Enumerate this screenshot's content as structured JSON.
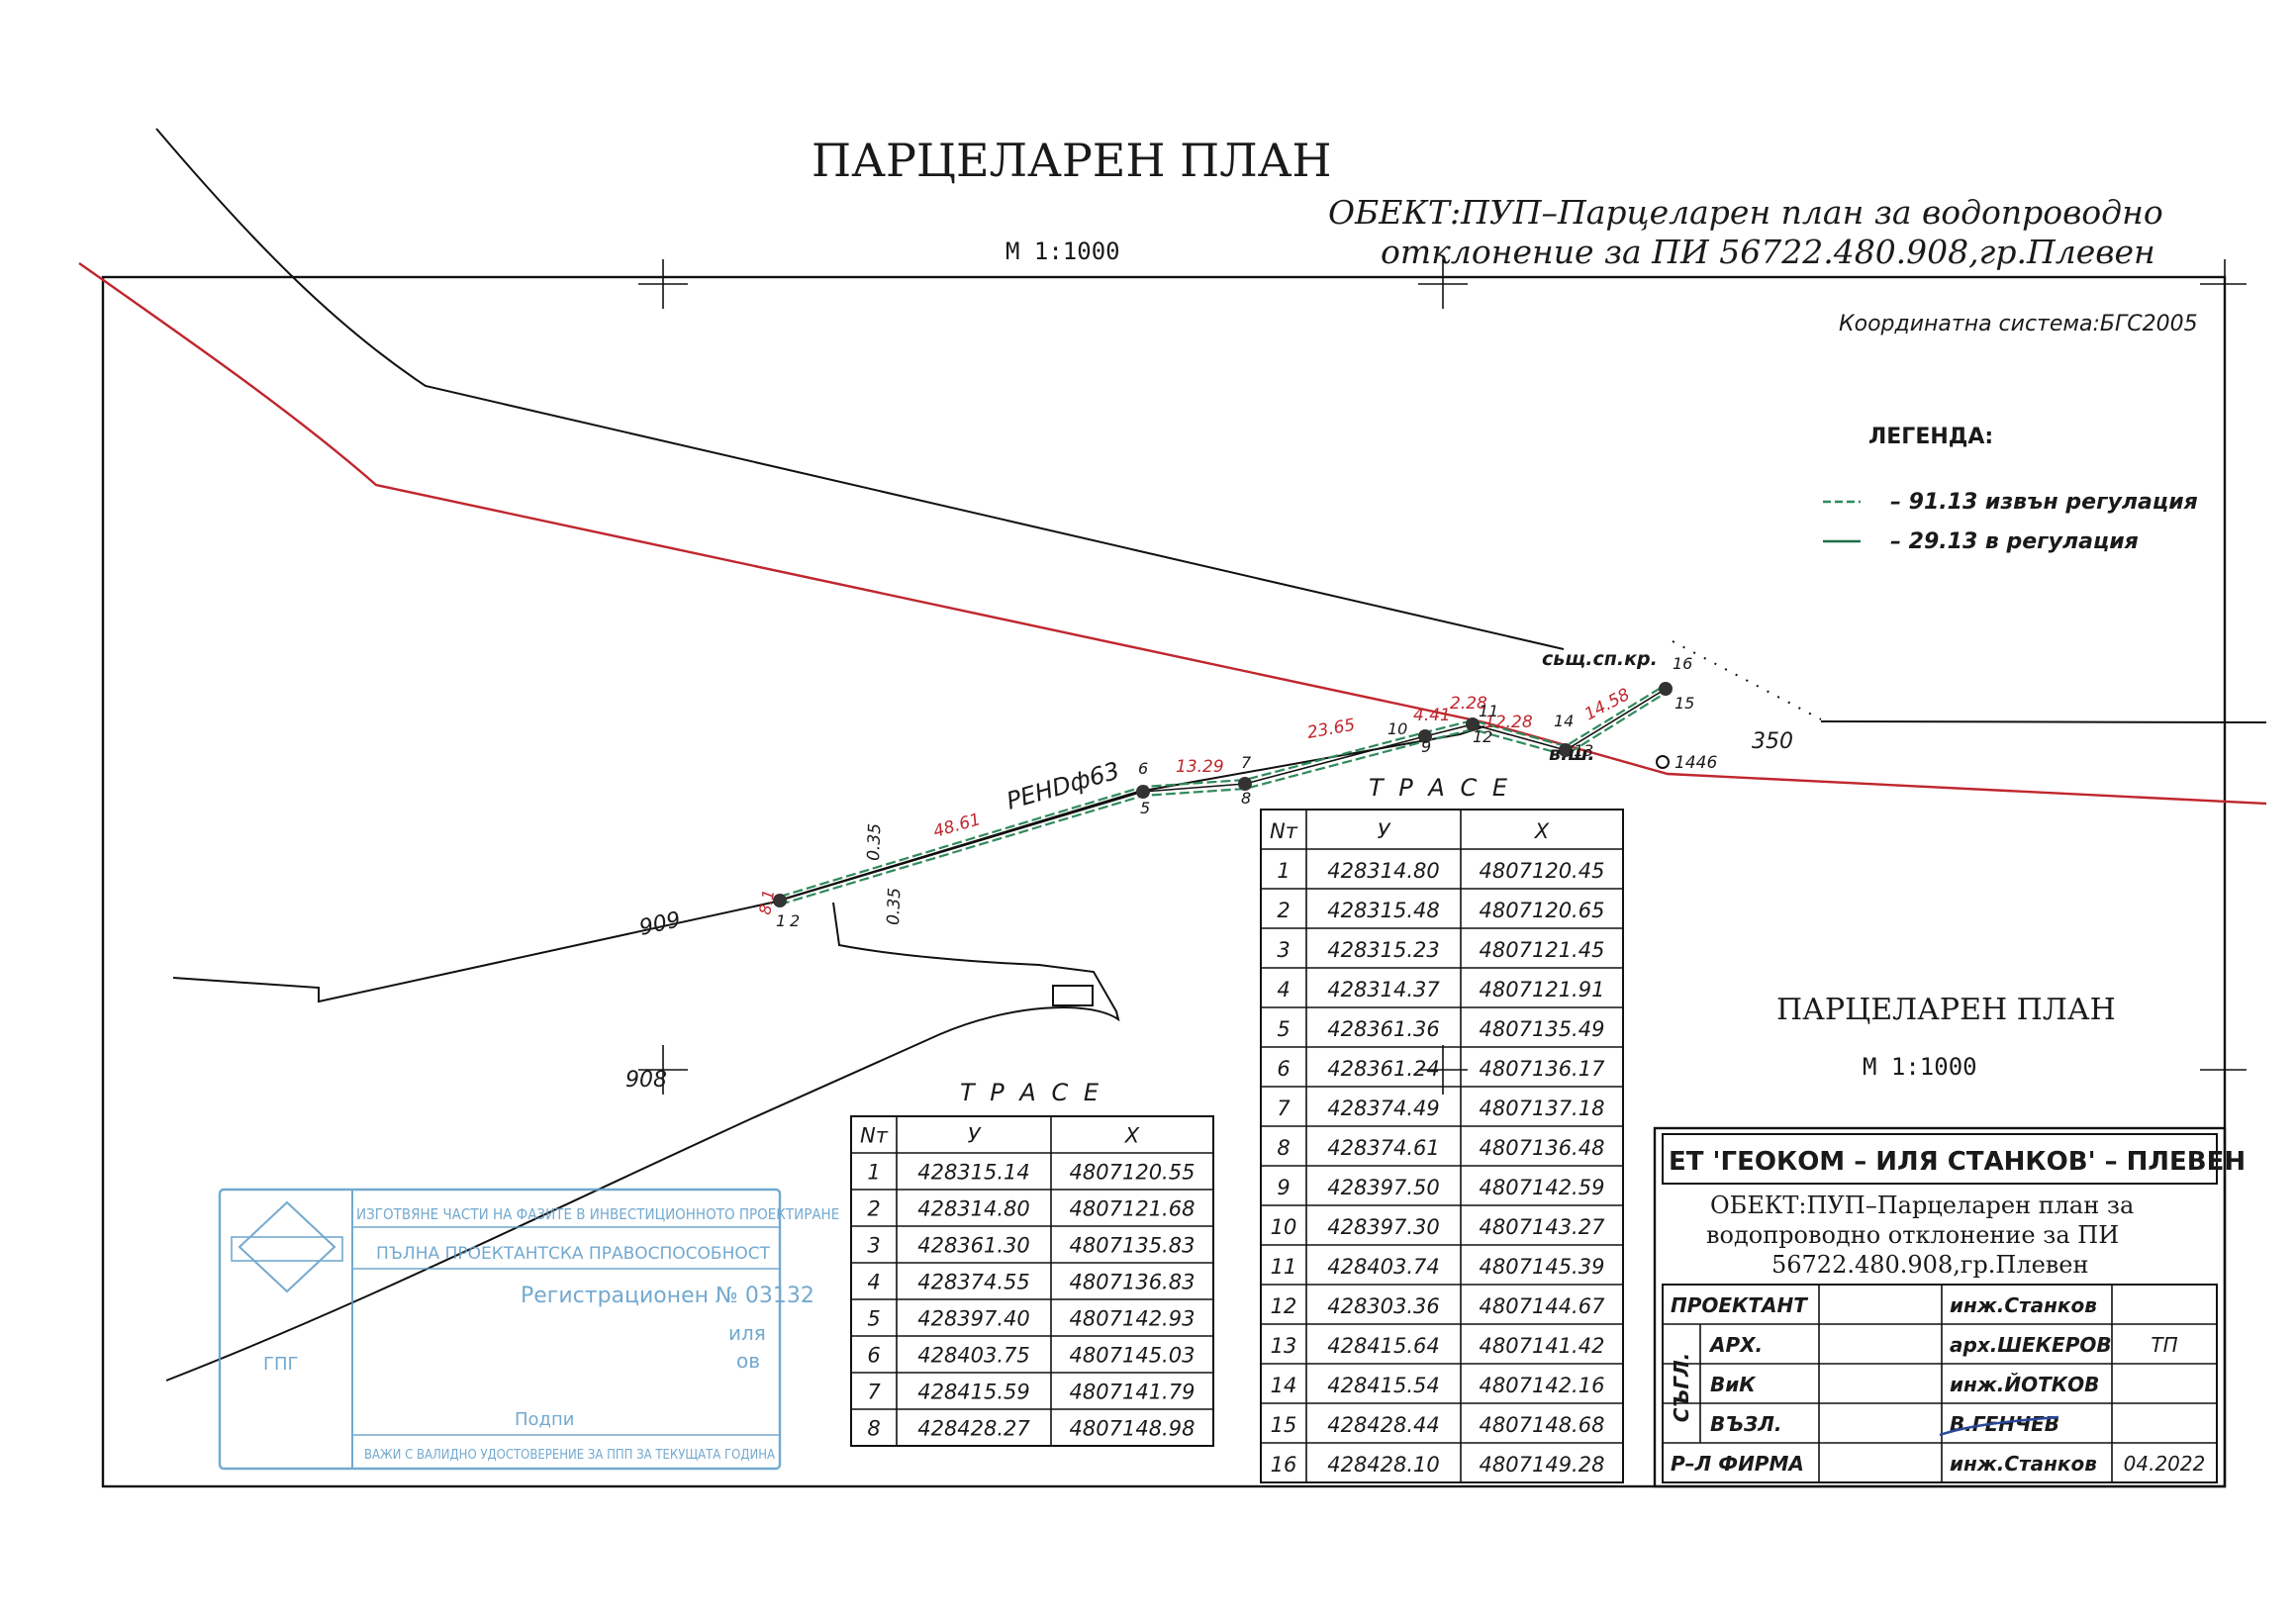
{
  "title": "ПАРЦЕЛАРЕН ПЛАН",
  "object_line1": "ОБЕКТ:ПУП–Парцеларен план за водопроводно",
  "object_line2": "отклонение за ПИ 56722.480.908,гр.Плевен",
  "scale": "М 1:1000",
  "coord_system": "Координатна система:БГС2005",
  "legend": {
    "title": "ЛЕГЕНДА:",
    "items": [
      {
        "text": "– 91.13 извън регулация",
        "color": "#2f8a5c"
      },
      {
        "text": "– 29.13 в регулация",
        "color": "#1f6f45"
      }
    ]
  },
  "map_labels": {
    "pipe": "РЕНDф63",
    "parcel_909": "909",
    "parcel_908": "908",
    "parcel_350": "350",
    "point_1446": "1446",
    "shaft_top": "сьщ.сп.кр.",
    "shaft_vsh": "в.ш.",
    "offset_a": "0.35",
    "offset_b": "0.35"
  },
  "segment_lengths": [
    "8.1",
    "48.61",
    "13.29",
    "23.65",
    "4.41",
    "2.28",
    "12.28",
    "14.58"
  ],
  "point_labels": [
    "1",
    "2",
    "5",
    "6",
    "7",
    "8",
    "9",
    "10",
    "11",
    "12",
    "13",
    "14",
    "15",
    "16"
  ],
  "colors": {
    "regulation_line": "#c0262d",
    "pipe_route": "#2f8a5c",
    "ink": "#111111",
    "stamp": "#5b9bc7"
  },
  "table_small": {
    "title": "Т Р А С Е",
    "headers": [
      "Nт",
      "У",
      "Х"
    ],
    "rows": [
      [
        "1",
        "428315.14",
        "4807120.55"
      ],
      [
        "2",
        "428314.80",
        "4807121.68"
      ],
      [
        "3",
        "428361.30",
        "4807135.83"
      ],
      [
        "4",
        "428374.55",
        "4807136.83"
      ],
      [
        "5",
        "428397.40",
        "4807142.93"
      ],
      [
        "6",
        "428403.75",
        "4807145.03"
      ],
      [
        "7",
        "428415.59",
        "4807141.79"
      ],
      [
        "8",
        "428428.27",
        "4807148.98"
      ]
    ]
  },
  "table_large": {
    "title": "Т Р А С Е",
    "headers": [
      "Nт",
      "У",
      "Х"
    ],
    "rows": [
      [
        "1",
        "428314.80",
        "4807120.45"
      ],
      [
        "2",
        "428315.48",
        "4807120.65"
      ],
      [
        "3",
        "428315.23",
        "4807121.45"
      ],
      [
        "4",
        "428314.37",
        "4807121.91"
      ],
      [
        "5",
        "428361.36",
        "4807135.49"
      ],
      [
        "6",
        "428361.24",
        "4807136.17"
      ],
      [
        "7",
        "428374.49",
        "4807137.18"
      ],
      [
        "8",
        "428374.61",
        "4807136.48"
      ],
      [
        "9",
        "428397.50",
        "4807142.59"
      ],
      [
        "10",
        "428397.30",
        "4807143.27"
      ],
      [
        "11",
        "428403.74",
        "4807145.39"
      ],
      [
        "12",
        "428303.36",
        "4807144.67"
      ],
      [
        "13",
        "428415.64",
        "4807141.42"
      ],
      [
        "14",
        "428415.54",
        "4807142.16"
      ],
      [
        "15",
        "428428.44",
        "4807148.68"
      ],
      [
        "16",
        "428428.10",
        "4807149.28"
      ]
    ]
  },
  "title_block": {
    "company": "ЕТ 'ГЕОКОМ – ИЛЯ СТАНКОВ' – ПЛЕВЕН",
    "object_line1": "ОБЕКТ:ПУП–Парцеларен план за",
    "object_line2": "водопроводно отклонение за ПИ",
    "object_line3": "56722.480.908,гр.Плевен",
    "rows": [
      {
        "role": "ПРОЕКТАНТ",
        "name": "инж.Станков",
        "extra": ""
      },
      {
        "role": "АРХ.",
        "name": "арх.ШЕКЕРОВ",
        "extra": "ТП"
      },
      {
        "role": "ВиК",
        "name": "инж.ЙОТКОВ",
        "extra": ""
      },
      {
        "role": "ВЪЗЛ.",
        "name": "В.ГЕНЧЕВ",
        "extra": ""
      },
      {
        "role": "Р–Л ФИРМА",
        "name": "инж.Станков",
        "extra": "04.2022"
      }
    ],
    "side_label": "СЪГЛ."
  },
  "stamp": {
    "line1": "ИЗГОТВЯНЕ ЧАСТИ НА ФАЗИТЕ В ИНВЕСТИЦИОННОТО ПРОЕКТИРАНЕ",
    "line2": "ПЪЛНА ПРОЕКТАНТСКА ПРАВОСПОСОБНОСТ",
    "reg": "Регистрационен № 03132",
    "name_a": "иля",
    "name_b": "ов",
    "sign": "Подпи",
    "bottom": "ВАЖИ С ВАЛИДНО УДОСТОВЕРЕНИЕ ЗА ППП ЗА ТЕКУЩАТА ГОДИНА",
    "left_word": "ГПГ"
  }
}
